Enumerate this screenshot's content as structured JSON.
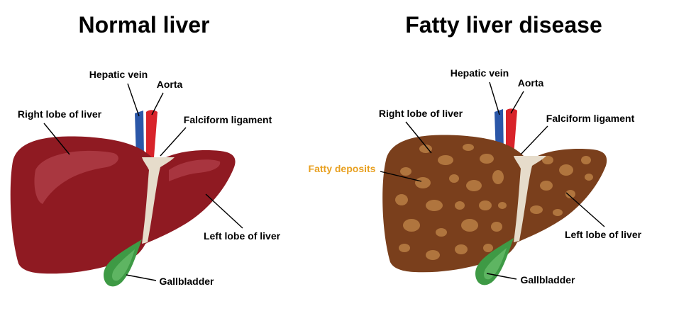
{
  "colors": {
    "background": "#ffffff",
    "normal_liver": "#8f1a22",
    "normal_liver_highlight": "#b2424b",
    "fatty_liver": "#7a3f1c",
    "fat_spots": "#b0753e",
    "ligament": "#e6dccb",
    "hepatic_vein": "#2b57a8",
    "aorta": "#d8232a",
    "gallbladder": "#3e9a45",
    "fatty_deposits_label": "#e8a020"
  },
  "icons": [
    "normal-liver-icon",
    "fatty-liver-icon",
    "gallbladder-icon",
    "hepatic-vein-icon",
    "aorta-icon"
  ],
  "normal": {
    "title": "Normal liver",
    "labels": {
      "hepatic_vein": "Hepatic vein",
      "aorta": "Aorta",
      "right_lobe": "Right lobe of liver",
      "falciform": "Falciform ligament",
      "left_lobe": "Left lobe of liver",
      "gallbladder": "Gallbladder"
    }
  },
  "fatty": {
    "title": "Fatty liver disease",
    "labels": {
      "hepatic_vein": "Hepatic vein",
      "aorta": "Aorta",
      "right_lobe": "Right lobe of liver",
      "falciform": "Falciform ligament",
      "fatty_deposits": "Fatty deposits",
      "left_lobe": "Left lobe of liver",
      "gallbladder": "Gallbladder"
    }
  }
}
